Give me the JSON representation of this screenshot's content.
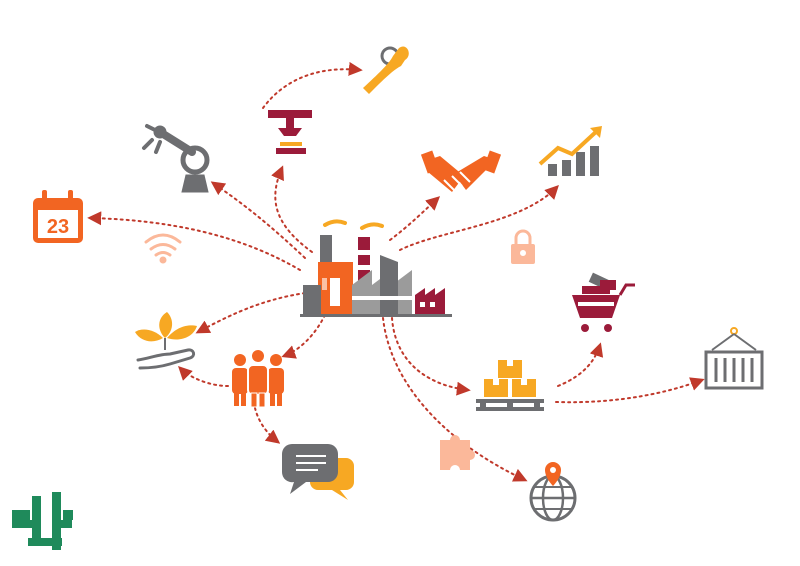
{
  "diagram": {
    "center": {
      "icon": "factory-icon"
    },
    "nodes": [
      {
        "id": "calendar",
        "icon": "calendar-icon",
        "text": "23"
      },
      {
        "id": "robot-arm",
        "icon": "robot-arm-icon"
      },
      {
        "id": "press",
        "icon": "industrial-press-icon"
      },
      {
        "id": "wrench",
        "icon": "wrench-icon"
      },
      {
        "id": "handshake",
        "icon": "handshake-icon"
      },
      {
        "id": "growth",
        "icon": "growth-chart-icon"
      },
      {
        "id": "shopping-cart",
        "icon": "shopping-cart-icon"
      },
      {
        "id": "boxes",
        "icon": "pallet-boxes-icon"
      },
      {
        "id": "container",
        "icon": "shipping-container-icon"
      },
      {
        "id": "globe",
        "icon": "globe-location-icon"
      },
      {
        "id": "people",
        "icon": "people-group-icon"
      },
      {
        "id": "plant",
        "icon": "plant-hand-icon"
      },
      {
        "id": "chat",
        "icon": "chat-bubbles-icon"
      }
    ],
    "decorations": [
      "wifi-icon",
      "padlock-icon",
      "puzzle-icon"
    ],
    "logo": {
      "icon": "company-logo"
    },
    "colors": {
      "orange": "#f26522",
      "maroon": "#9b1b3a",
      "gold": "#f7a823",
      "gray": "#6d6e71",
      "arrow": "#c0392b",
      "logo_green": "#1f8a5b"
    }
  }
}
